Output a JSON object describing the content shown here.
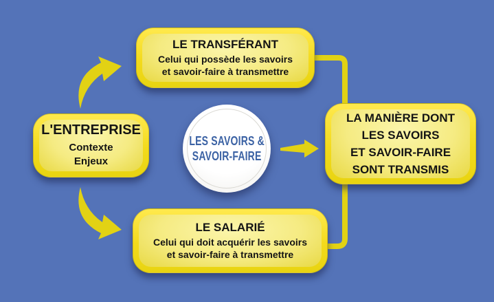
{
  "colors": {
    "bg": "#5473b8",
    "box-border": "#f3da1c",
    "box-border-light": "#ffe94e",
    "box-fill-light": "#fbf5aa",
    "box-fill-mid": "#f5eb82",
    "box-fill-dark": "#e8d944",
    "connector": "#e2d214",
    "text-dark": "#141414",
    "circle-fill": "#ffffff",
    "circle-text": "#3b62a4",
    "shadow": "rgba(27,36,80,0.55)"
  },
  "nodes": {
    "transferant": {
      "title": "LE TRANSFÉRANT",
      "body": [
        "Celui qui possède les savoirs",
        "et savoir-faire à transmettre"
      ]
    },
    "entreprise": {
      "title": "L'ENTREPRISE",
      "body": [
        "Contexte",
        "Enjeux"
      ]
    },
    "maniere": {
      "lines": [
        "LA MANIÈRE DONT",
        "LES SAVOIRS",
        "ET SAVOIR-FAIRE",
        "SONT TRANSMIS"
      ]
    },
    "salarie": {
      "title": "LE SALARIÉ",
      "body": [
        "Celui qui doit acquérir les savoirs",
        "et savoir-faire à transmettre"
      ]
    },
    "center": {
      "lines": [
        "LES SAVOIRS &",
        "SAVOIR-FAIRE"
      ]
    }
  },
  "icons": {
    "curved_arrow_up": "yellow swoosh arrow curving up-right from company box to transferant box",
    "curved_arrow_down": "yellow swoosh arrow curving down-right from company box to employee box",
    "arrow_right": "yellow tapered arrow pointing right from circle to manner box",
    "connector_top": "yellow elbow line from transferant box to manner box",
    "connector_bottom": "yellow elbow line from manner box to employee box"
  }
}
